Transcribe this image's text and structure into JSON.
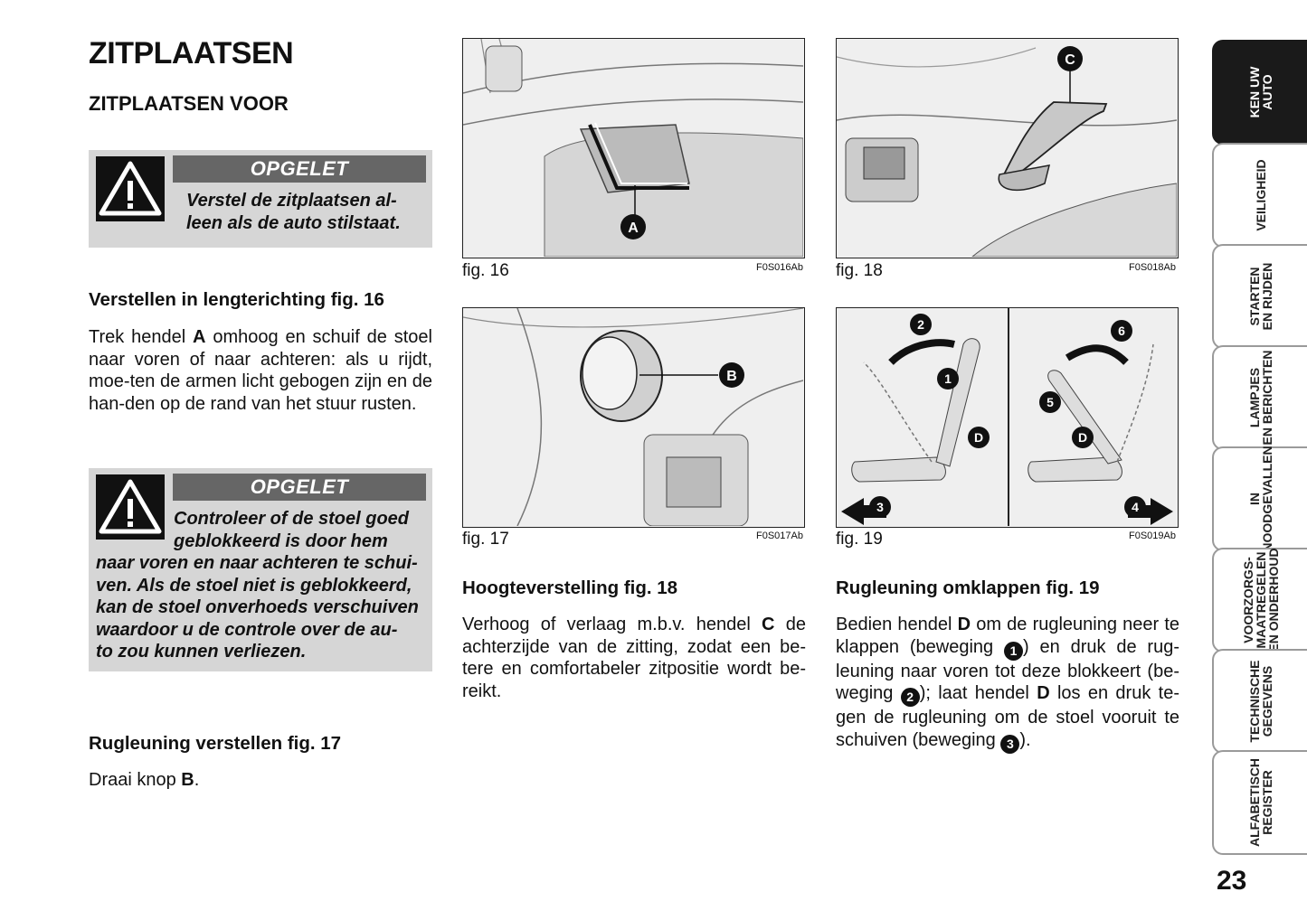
{
  "title": "ZITPLAATSEN",
  "section": "ZITPLAATSEN VOOR",
  "warning1": {
    "header": "OPGELET",
    "text": "Verstel de zitplaatsen al-\nleen als de auto stilstaat."
  },
  "lengte": {
    "heading": "Verstellen in lengterichting fig. 16",
    "text_pre": "Trek hendel ",
    "text_bold": "A",
    "text_post": " omhoog en schuif de stoel naar voren of naar achteren: als u rijdt, moe-ten de armen licht gebogen zijn en de han-den op de rand van het stuur rusten."
  },
  "warning2": {
    "header": "OPGELET",
    "text_top": "Controleer of de stoel goed\ngeblokkeerd is door hem",
    "text_bottom": "naar voren en naar achteren te schui-\nven. Als de stoel niet is geblokkeerd,\nkan de stoel onverhoeds verschuiven\nwaardoor u de controle over de au-\nto zou kunnen verliezen."
  },
  "rug": {
    "heading": "Rugleuning verstellen fig. 17",
    "text_pre": "Draai knop ",
    "text_bold": "B",
    "text_post": "."
  },
  "figs": {
    "f16": {
      "caption": "fig. 16",
      "code": "F0S016Ab",
      "label": "A"
    },
    "f17": {
      "caption": "fig. 17",
      "code": "F0S017Ab",
      "label": "B"
    },
    "f18": {
      "caption": "fig. 18",
      "code": "F0S018Ab",
      "label": "C"
    },
    "f19": {
      "caption": "fig. 19",
      "code": "F0S019Ab",
      "labels": [
        "1",
        "2",
        "3",
        "4",
        "5",
        "6",
        "D",
        "D"
      ]
    }
  },
  "hoogte": {
    "heading": "Hoogteverstelling fig. 18",
    "text_pre": "Verhoog of verlaag m.b.v. hendel ",
    "text_bold": "C",
    "text_post": " de achterzijde van de zitting, zodat een be-tere en comfortabeler zitpositie wordt be-reikt."
  },
  "omklap": {
    "heading": "Rugleuning omklappen fig. 19",
    "p1": "Bedien hendel ",
    "b1": "D",
    "p2": " om de rugleuning neer te klappen (beweging ",
    "n1": "1",
    "p3": ") en druk de rug-leuning naar voren tot deze blokkeert (be-weging ",
    "n2": "2",
    "p4": "); laat hendel ",
    "b2": "D",
    "p5": " los en druk te-gen de rugleuning om de stoel vooruit te schuiven (beweging ",
    "n3": "3",
    "p6": ")."
  },
  "tabs": [
    {
      "label": "KEN UW\nAUTO",
      "active": true
    },
    {
      "label": "VEILIGHEID",
      "active": false
    },
    {
      "label": "STARTEN\nEN RIJDEN",
      "active": false
    },
    {
      "label": "LAMPJES\nEN BERICHTEN",
      "active": false
    },
    {
      "label": "IN\nNOODGEVALLEN",
      "active": false
    },
    {
      "label": "VOORZORGS-\nMAATREGELEN\nEN ONDERHOUD",
      "active": false
    },
    {
      "label": "TECHNISCHE\nGEGEVENS",
      "active": false
    },
    {
      "label": "ALFABETISCH\nREGISTER",
      "active": false
    }
  ],
  "page_number": "23"
}
